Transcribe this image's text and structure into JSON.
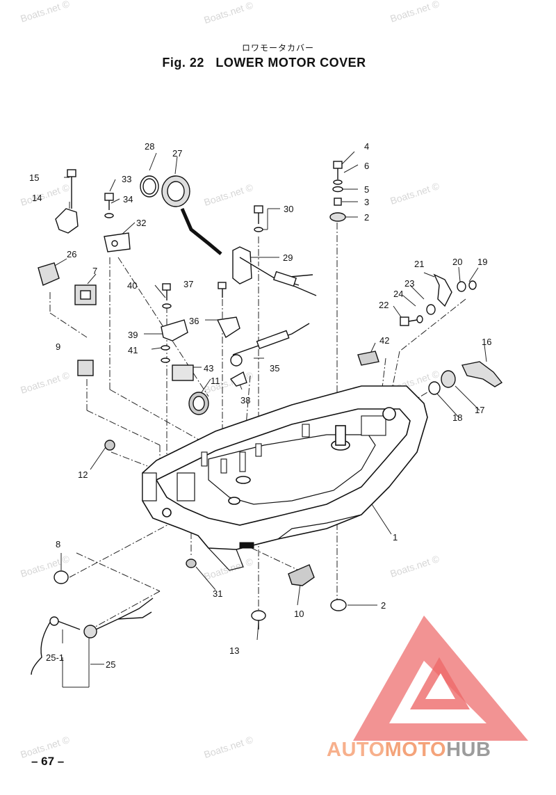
{
  "header": {
    "title_jp": "ロワモータカバー",
    "fig_label": "Fig. 22",
    "title": "LOWER MOTOR COVER"
  },
  "footer": {
    "page_number": "– 67 –"
  },
  "watermark": {
    "text": "Boats.net ©"
  },
  "logo": {
    "part1": "AUTO",
    "part2": "MOTO",
    "part3": "HUB",
    "accent_color": "#ee5a5a"
  },
  "callouts": [
    "1",
    "2",
    "2",
    "3",
    "4",
    "5",
    "6",
    "7",
    "8",
    "9",
    "10",
    "11",
    "12",
    "13",
    "14",
    "15",
    "16",
    "17",
    "18",
    "19",
    "20",
    "21",
    "22",
    "23",
    "24",
    "25",
    "25-1",
    "26",
    "27",
    "28",
    "29",
    "30",
    "31",
    "32",
    "33",
    "34",
    "35",
    "36",
    "37",
    "38",
    "39",
    "40",
    "41",
    "42",
    "43"
  ]
}
